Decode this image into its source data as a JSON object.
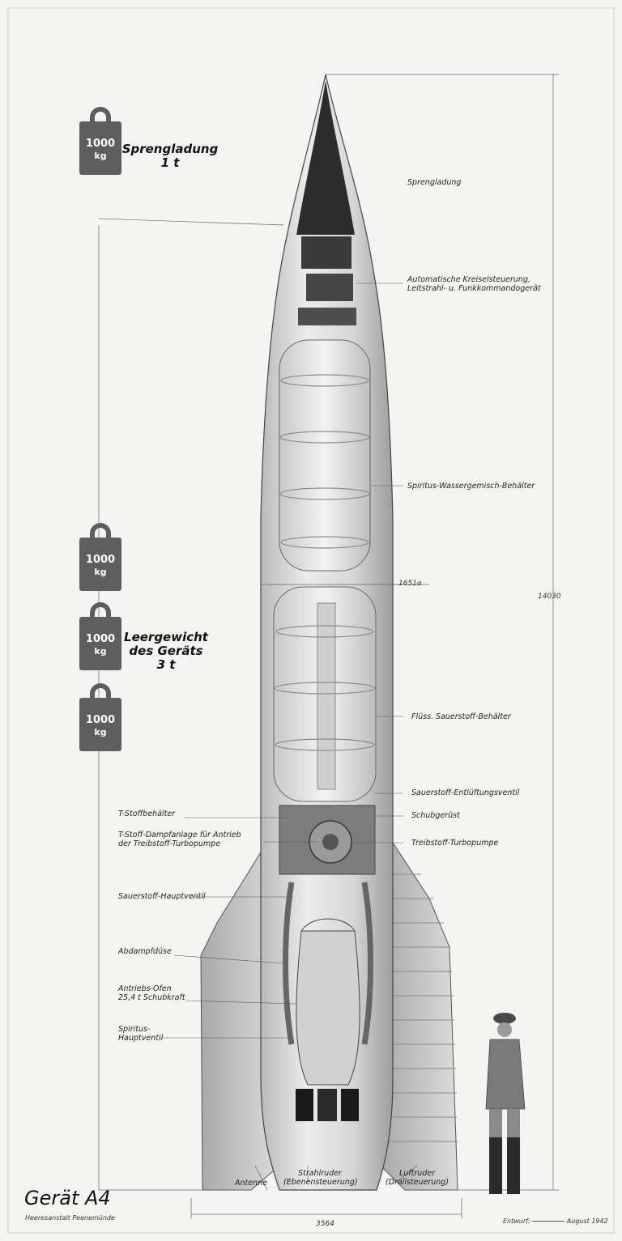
{
  "diagram": {
    "title": "Gerät A4",
    "subtitle": "Heeresanstalt Peenemünde",
    "credit_prefix": "Entwurf:",
    "credit_date": "August 1942",
    "weights": {
      "unit_value": "1000",
      "unit": "kg",
      "warhead_label_line1": "Sprengladung",
      "warhead_label_line2": "1 t",
      "empty_label_line1": "Leergewicht",
      "empty_label_line2": "des Geräts",
      "empty_label_line3": "3 t"
    },
    "labels_right": {
      "sprengladung": "Sprengladung",
      "kreiselsteuerung_1": "Automatische Kreiselsteuerung,",
      "kreiselsteuerung_2": "Leitstrahl- u. Funkkommandogerät",
      "spiritus_behaelter": "Spiritus-Wassergemisch-Behälter",
      "sauerstoff_behaelter": "Flüss. Sauerstoff-Behälter",
      "entlueftungsventil": "Sauerstoff-Entlüftungsventil",
      "schubgeruest": "Schubgerüst",
      "turbopumpe": "Treibstoff-Turbopumpe"
    },
    "labels_left": {
      "t_stoff": "T-Stoffbehälter",
      "dampfanlage_1": "T-Stoff-Dampfanlage für Antrieb",
      "dampfanlage_2": "der Treibstoff-Turbopumpe",
      "hauptventil": "Sauerstoff-Hauptventil",
      "abdampfduese": "Abdampfdüse",
      "antrieb_1": "Antriebs-Ofen",
      "antrieb_2": "25,4 t Schubkraft",
      "spiritus_1": "Spiritus-",
      "spiritus_2": "Hauptventil"
    },
    "labels_bottom": {
      "antenne": "Antenne",
      "strahlruder_1": "Strahlruder",
      "strahlruder_2": "(Ebenensteuerung)",
      "luftruder_1": "Luftruder",
      "luftruder_2": "(Drallsteuerung)"
    },
    "dimensions": {
      "height": "14030",
      "diameter": "1651⌀",
      "span": "3564"
    }
  }
}
